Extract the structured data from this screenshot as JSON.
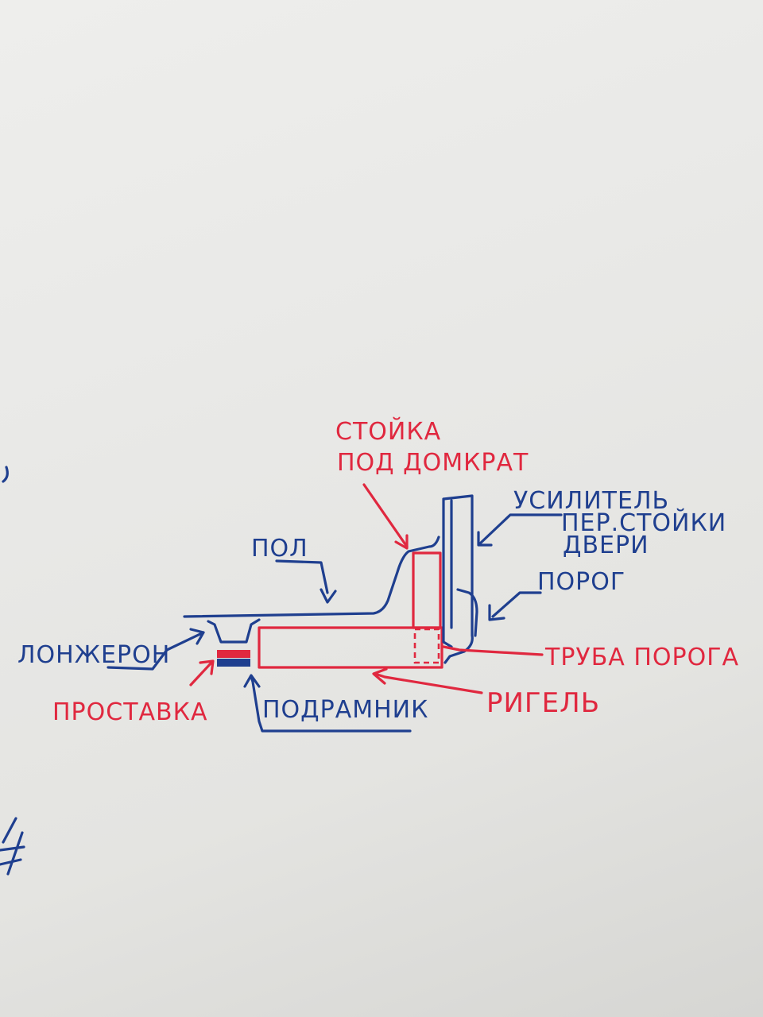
{
  "labels": {
    "stoyka": "СТОЙКА",
    "pod_domkrat": "ПОД ДОМКРАТ",
    "usilitel": "УСИЛИТЕЛЬ",
    "per_stoyki": "ПЕР.СТОЙКИ",
    "dveri": "ДВЕРИ",
    "pol": "ПОЛ",
    "porog": "ПОРОГ",
    "lonzheron": "ЛОНЖЕРОН",
    "truba_poroga": "ТРУБА ПОРОГА",
    "prostavka": "ПРОСТАВКА",
    "podramnik": "ПОДРАМНИК",
    "rigel": "РИГЕЛЬ"
  },
  "colors": {
    "blue_ink": "#1f3f8f",
    "red_ink": "#e0283f",
    "paper": "#ebebe9"
  }
}
